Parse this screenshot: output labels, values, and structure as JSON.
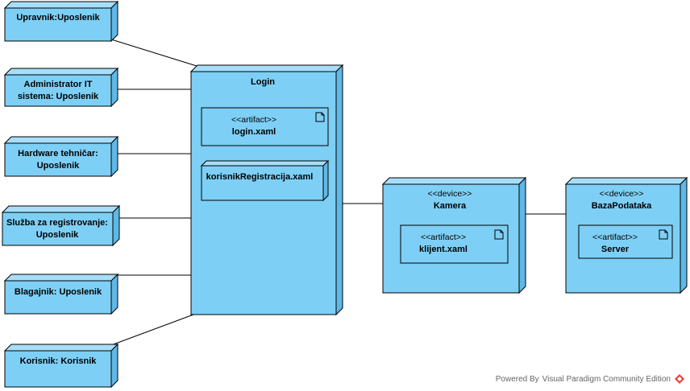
{
  "nodes": {
    "upravnik": {
      "lines": [
        "Upravnik:Uposlenik"
      ]
    },
    "administrator": {
      "lines": [
        "Administrator IT",
        "sistema: Uposlenik"
      ]
    },
    "hardware": {
      "lines": [
        "Hardware tehničar:",
        "Uposlenik"
      ]
    },
    "sluzba": {
      "lines": [
        "Služba za registrovanje:",
        "Uposlenik"
      ]
    },
    "blagajnik": {
      "lines": [
        "Blagajnik: Uposlenik"
      ]
    },
    "korisnik": {
      "lines": [
        "Korisnik: Korisnik"
      ]
    },
    "login": {
      "title": "Login",
      "artifact_login": {
        "stereotype": "<<artifact>>",
        "name": "login.xaml"
      },
      "artifact_registracija": {
        "name": "korisnikRegistracija.xaml"
      }
    },
    "kamera": {
      "stereotype": "<<device>>",
      "title": "Kamera",
      "artifact": {
        "stereotype": "<<artifact>>",
        "name": "klijent.xaml"
      }
    },
    "baza": {
      "stereotype": "<<device>>",
      "title": "BazaPodataka",
      "artifact": {
        "stereotype": "<<artifact>>",
        "name": "Server"
      }
    }
  },
  "footer": {
    "powered_by": "Powered By",
    "product": "Visual Paradigm Community Edition"
  },
  "colors": {
    "node_fill": "#7ecff5",
    "node_side": "#5fb8e6",
    "stroke": "#000000",
    "logo": "#e8423a"
  }
}
